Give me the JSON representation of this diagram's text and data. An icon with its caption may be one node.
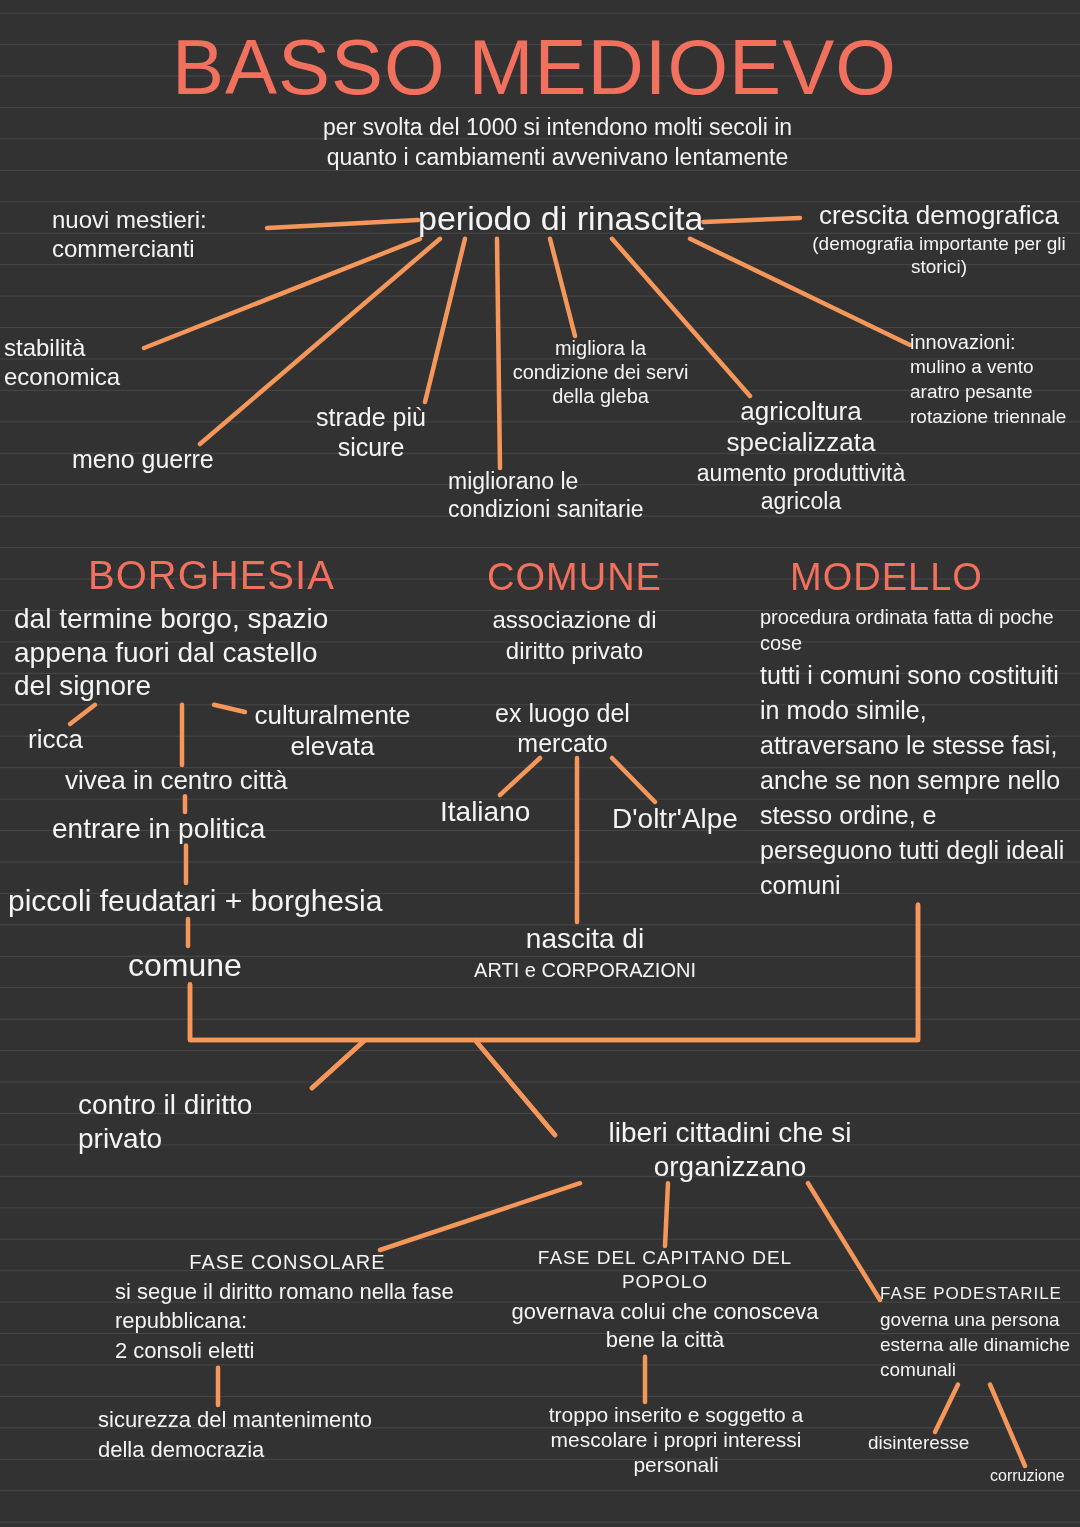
{
  "diagram": {
    "title": "BASSO MEDIOEVO",
    "nodes": [
      {
        "text": [
          "periodo di rinascita"
        ]
      },
      {
        "text": [
          "nuovi mestieri: commercianti"
        ]
      },
      {
        "text": [
          "crescita demografica",
          "(demografia importante per gli storici)"
        ]
      },
      {
        "text": [
          "stabilità economica"
        ]
      },
      {
        "text": [
          "meno guerre"
        ]
      },
      {
        "text": [
          "strade più sicure"
        ]
      },
      {
        "text": [
          "migliorano le condizioni sanitarie"
        ]
      },
      {
        "text": [
          "migliora la condizione dei servi della gleba"
        ]
      },
      {
        "text": [
          "agricoltura specializzata",
          "aumento produttività agricola"
        ]
      },
      {
        "text": [
          "innovazioni:",
          "mulino a vento",
          "aratro pesante",
          "rotazione triennale"
        ]
      },
      {
        "text": [
          "BORGHESIA",
          "dal termine borgo, spazio appena fuori dal castello del signore"
        ]
      },
      {
        "text": [
          "ricca"
        ]
      },
      {
        "text": [
          "culturalmente elevata"
        ]
      },
      {
        "text": [
          "vivea in centro città"
        ]
      },
      {
        "text": [
          "entrare in politica"
        ]
      },
      {
        "text": [
          "piccoli feudatari + borghesia"
        ]
      },
      {
        "text": [
          "comune"
        ]
      },
      {
        "text": [
          "COMUNE",
          "associazione di diritto privato"
        ]
      },
      {
        "text": [
          "ex luogo del mercato"
        ]
      },
      {
        "text": [
          "Italiano"
        ]
      },
      {
        "text": [
          "D'oltr'Alpe"
        ]
      },
      {
        "text": [
          "nascita di",
          "ARTI e CORPORAZIONI"
        ]
      },
      {
        "text": [
          "MODELLO",
          "procedura ordinata fatta di poche cose",
          "tutti i comuni sono costituiti in modo simile, attraversano le stesse fasi, anche se non sempre nello stesso ordine, e perseguono tutti degli ideali comuni"
        ]
      },
      {
        "text": [
          "contro il diritto privato"
        ]
      },
      {
        "text": [
          "liberi cittadini che si organizzano"
        ]
      },
      {
        "text": [
          "FASE CONSOLARE",
          "si segue il diritto romano nella fase repubblicana:",
          "2 consoli eletti"
        ]
      },
      {
        "text": [
          "sicurezza del mantenimento della democrazia"
        ]
      },
      {
        "text": [
          "FASE DEL CAPITANO DEL POPOLO",
          "governava colui che conosceva bene la città"
        ]
      },
      {
        "text": [
          "troppo inserito e soggetto a mescolare i propri interessi personali"
        ]
      },
      {
        "text": [
          "FASE PODESTARILE",
          "governa una persona esterna alle dinamiche comunali"
        ]
      },
      {
        "text": [
          "disinteresse"
        ]
      },
      {
        "text": [
          "corruzione"
        ]
      }
    ],
    "edges": [
      {
        "from": 0,
        "to": 1,
        "arrow": "none"
      },
      {
        "from": 0,
        "to": 2,
        "arrow": "none"
      },
      {
        "from": 0,
        "to": 3,
        "arrow": "none"
      },
      {
        "from": 0,
        "to": 4,
        "arrow": "none"
      },
      {
        "from": 0,
        "to": 5,
        "arrow": "none"
      },
      {
        "from": 0,
        "to": 6,
        "arrow": "none"
      },
      {
        "from": 0,
        "to": 7,
        "arrow": "none"
      },
      {
        "from": 0,
        "to": 8,
        "arrow": "none"
      },
      {
        "from": 0,
        "to": 9,
        "arrow": "none"
      },
      {
        "from": 10,
        "to": 11,
        "arrow": "none"
      },
      {
        "from": 10,
        "to": 12,
        "arrow": "none"
      },
      {
        "from": 10,
        "to": 13,
        "arrow": "none"
      },
      {
        "from": 13,
        "to": 14,
        "arrow": "none"
      },
      {
        "from": 14,
        "to": 15,
        "arrow": "none"
      },
      {
        "from": 15,
        "to": 16,
        "arrow": "none"
      },
      {
        "from": 18,
        "to": 19,
        "arrow": "none"
      },
      {
        "from": 18,
        "to": 20,
        "arrow": "none"
      },
      {
        "from": 18,
        "to": 21,
        "arrow": "none"
      },
      {
        "from": 16,
        "to": 23,
        "arrow": "none"
      },
      {
        "from": 16,
        "to": 24,
        "arrow": "none"
      },
      {
        "from": 22,
        "to": 23,
        "arrow": "none"
      },
      {
        "from": 22,
        "to": 24,
        "arrow": "none"
      },
      {
        "from": 24,
        "to": 25,
        "arrow": "none"
      },
      {
        "from": 24,
        "to": 27,
        "arrow": "none"
      },
      {
        "from": 24,
        "to": 29,
        "arrow": "none"
      },
      {
        "from": 25,
        "to": 26,
        "arrow": "none"
      },
      {
        "from": 27,
        "to": 28,
        "arrow": "none"
      },
      {
        "from": 29,
        "to": 30,
        "arrow": "none"
      },
      {
        "from": 29,
        "to": 31,
        "arrow": "none"
      }
    ],
    "labels": [
      "per svolta del 1000 si intendono molti secoli in quanto i cambiamenti avvenivano lentamente"
    ]
  }
}
